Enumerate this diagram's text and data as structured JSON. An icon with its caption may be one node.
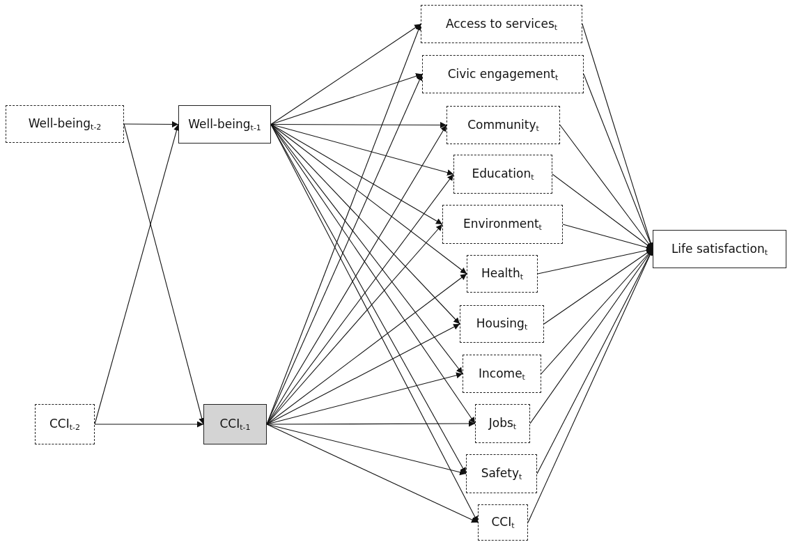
{
  "diagram": {
    "nodes": [
      {
        "text": [
          "Well-being$_{t-2}$"
        ]
      },
      {
        "text": [
          "Well-being$_{t-1}$"
        ]
      },
      {
        "text": [
          "CCI$_{t-2}$"
        ]
      },
      {
        "text": [
          "CCI$_{t-1}$"
        ]
      },
      {
        "text": [
          "Access to services$_{t}$"
        ]
      },
      {
        "text": [
          "Civic engagement$_{t}$"
        ]
      },
      {
        "text": [
          "Community$_{t}$"
        ]
      },
      {
        "text": [
          "Education$_{t}$"
        ]
      },
      {
        "text": [
          "Environment$_{t}$"
        ]
      },
      {
        "text": [
          "Health$_{t}$"
        ]
      },
      {
        "text": [
          "Housing$_{t}$"
        ]
      },
      {
        "text": [
          "Income$_{t}$"
        ]
      },
      {
        "text": [
          "Jobs$_{t}$"
        ]
      },
      {
        "text": [
          "Safety$_{t}$"
        ]
      },
      {
        "text": [
          "CCI$_{t}$"
        ]
      },
      {
        "text": [
          "Life satisfaction$_{t}$"
        ]
      }
    ],
    "edges": [
      {
        "from": 0,
        "to": 1,
        "arrow": "to"
      },
      {
        "from": 0,
        "to": 3,
        "arrow": "to"
      },
      {
        "from": 2,
        "to": 1,
        "arrow": "to"
      },
      {
        "from": 2,
        "to": 3,
        "arrow": "to"
      },
      {
        "from": 1,
        "to": 4,
        "arrow": "to"
      },
      {
        "from": 1,
        "to": 5,
        "arrow": "to"
      },
      {
        "from": 1,
        "to": 6,
        "arrow": "to"
      },
      {
        "from": 1,
        "to": 7,
        "arrow": "to"
      },
      {
        "from": 1,
        "to": 8,
        "arrow": "to"
      },
      {
        "from": 1,
        "to": 9,
        "arrow": "to"
      },
      {
        "from": 1,
        "to": 10,
        "arrow": "to"
      },
      {
        "from": 1,
        "to": 11,
        "arrow": "to"
      },
      {
        "from": 1,
        "to": 12,
        "arrow": "to"
      },
      {
        "from": 1,
        "to": 13,
        "arrow": "to"
      },
      {
        "from": 1,
        "to": 14,
        "arrow": "to"
      },
      {
        "from": 3,
        "to": 4,
        "arrow": "to"
      },
      {
        "from": 3,
        "to": 5,
        "arrow": "to"
      },
      {
        "from": 3,
        "to": 6,
        "arrow": "to"
      },
      {
        "from": 3,
        "to": 7,
        "arrow": "to"
      },
      {
        "from": 3,
        "to": 8,
        "arrow": "to"
      },
      {
        "from": 3,
        "to": 9,
        "arrow": "to"
      },
      {
        "from": 3,
        "to": 10,
        "arrow": "to"
      },
      {
        "from": 3,
        "to": 11,
        "arrow": "to"
      },
      {
        "from": 3,
        "to": 12,
        "arrow": "to"
      },
      {
        "from": 3,
        "to": 13,
        "arrow": "to"
      },
      {
        "from": 3,
        "to": 14,
        "arrow": "to"
      },
      {
        "from": 4,
        "to": 15,
        "arrow": "to"
      },
      {
        "from": 5,
        "to": 15,
        "arrow": "to"
      },
      {
        "from": 6,
        "to": 15,
        "arrow": "to"
      },
      {
        "from": 7,
        "to": 15,
        "arrow": "to"
      },
      {
        "from": 8,
        "to": 15,
        "arrow": "to"
      },
      {
        "from": 9,
        "to": 15,
        "arrow": "to"
      },
      {
        "from": 10,
        "to": 15,
        "arrow": "to"
      },
      {
        "from": 11,
        "to": 15,
        "arrow": "to"
      },
      {
        "from": 12,
        "to": 15,
        "arrow": "to"
      },
      {
        "from": 13,
        "to": 15,
        "arrow": "to"
      },
      {
        "from": 14,
        "to": 15,
        "arrow": "to"
      }
    ]
  }
}
